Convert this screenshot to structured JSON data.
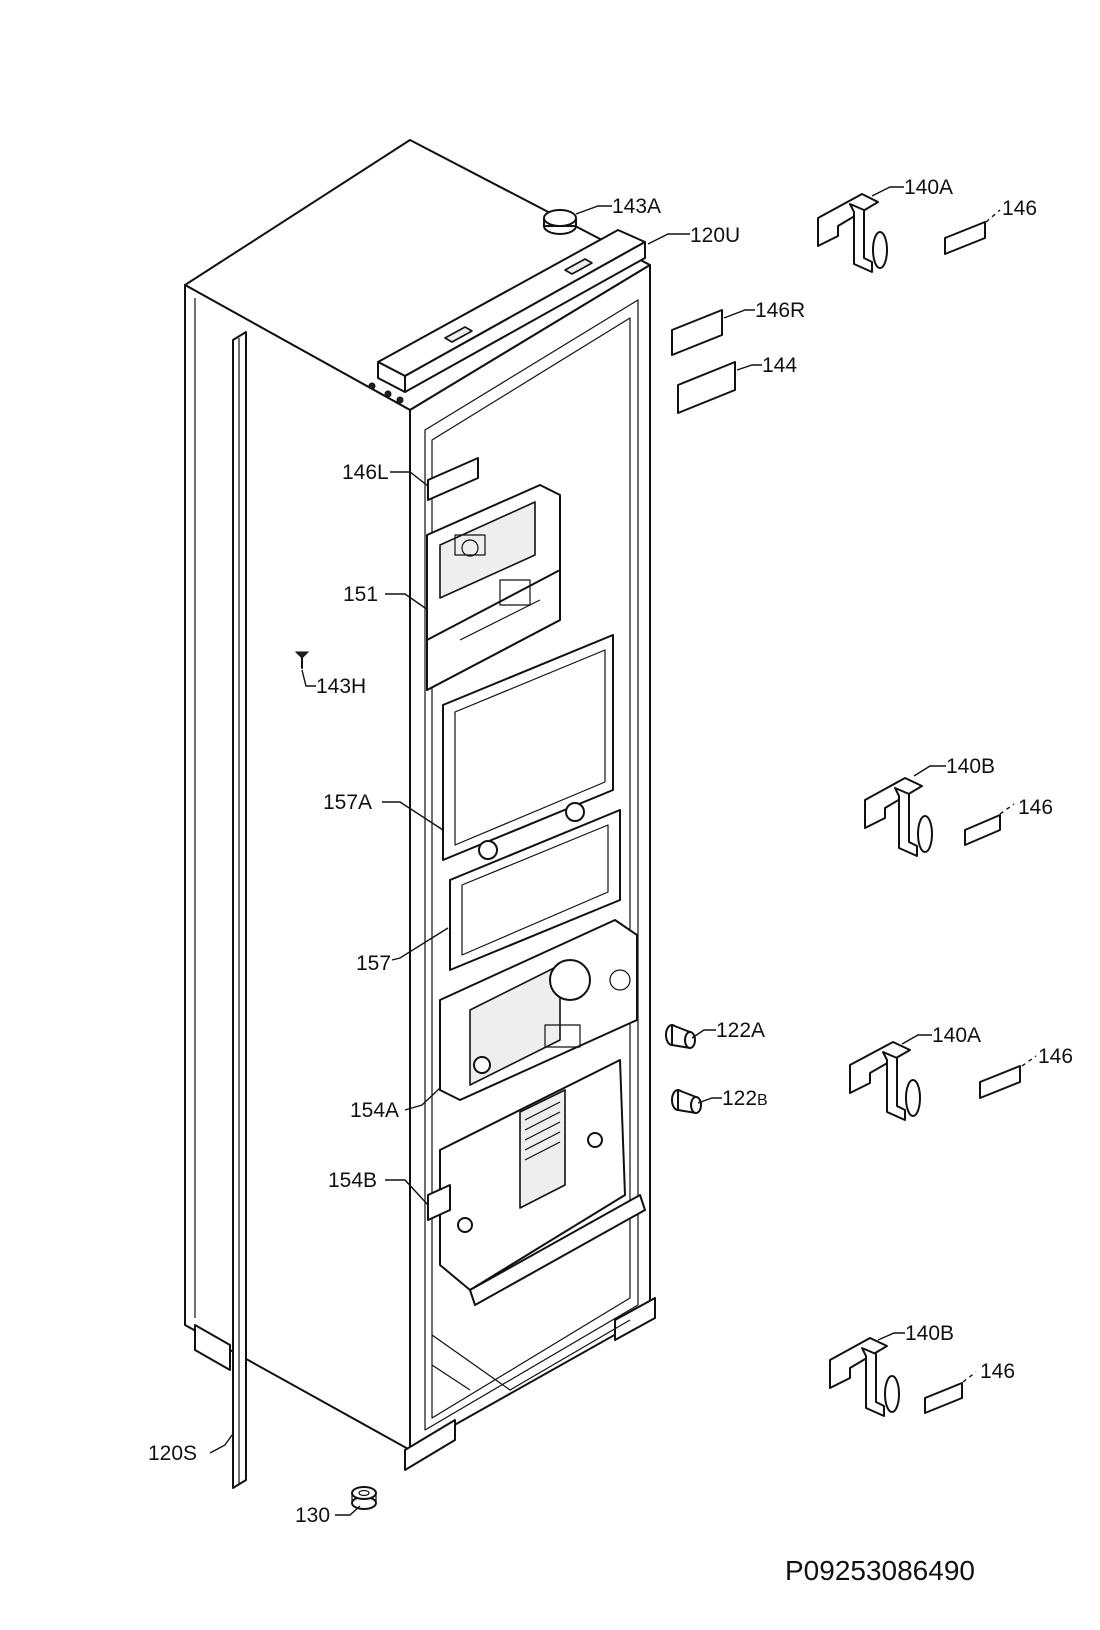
{
  "diagram_id": "P09253086490",
  "callouts": {
    "c143A": "143A",
    "c120U": "120U",
    "c140A_1": "140A",
    "c146_1": "146",
    "c146R": "146R",
    "c144": "144",
    "c146L": "146L",
    "c151": "151",
    "c143H": "143H",
    "c157A": "157A",
    "c157": "157",
    "c140B_1": "140B",
    "c146_2": "146",
    "c122A": "122A",
    "c122B": "122",
    "c122B_suffix": "B",
    "c140A_2": "140A",
    "c146_3": "146",
    "c154A": "154A",
    "c154B": "154B",
    "c140B_2": "140B",
    "c146_4": "146",
    "c120S": "120S",
    "c130": "130"
  }
}
